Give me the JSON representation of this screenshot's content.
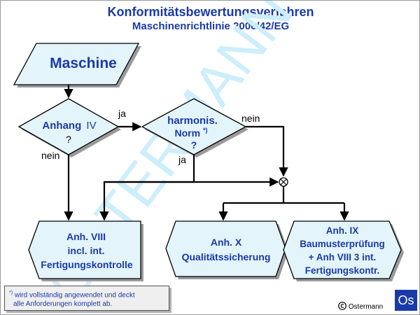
{
  "title": "Konformitätsbewertungsverfahren",
  "subtitle": "Maschinenrichtlinie 2006/42/EG",
  "watermark": "OSTERMANN",
  "colors": {
    "accent": "#1a3aa8",
    "shape_fill": "#e3f4fb",
    "watermark": "#cdeefb"
  },
  "nodes": {
    "maschine": "Maschine",
    "anhang_bold": "Anhang",
    "anhang_roman": "IV",
    "anhang_q": "?",
    "norm_line1": "harmonis.",
    "norm_line2": "Norm",
    "norm_sup": "*)",
    "norm_q": "?",
    "anh8_line1": "Anh. VIII",
    "anh8_line2": "incl. int.",
    "anh8_line3": "Fertigungskontrolle",
    "anh10_line1": "Anh. X",
    "anh10_line2": "Qualitätssicherung",
    "anh9_line1": "Anh. IX",
    "anh9_line2": "Baumusterprüfung",
    "anh9_line3": "+ Anh VIII 3 int.",
    "anh9_line4": "Fertigungskontr."
  },
  "labels": {
    "ja1": "ja",
    "nein1": "nein",
    "nein2": "nein",
    "ja2": "ja"
  },
  "footnote": {
    "marker": "*)",
    "line1": "wird vollständig angewendet und deckt",
    "line2": "alle Anforderungen komplett ab."
  },
  "copyright": "Ostermann",
  "copyright_icon": "copyright-icon",
  "logo_text": "Os"
}
